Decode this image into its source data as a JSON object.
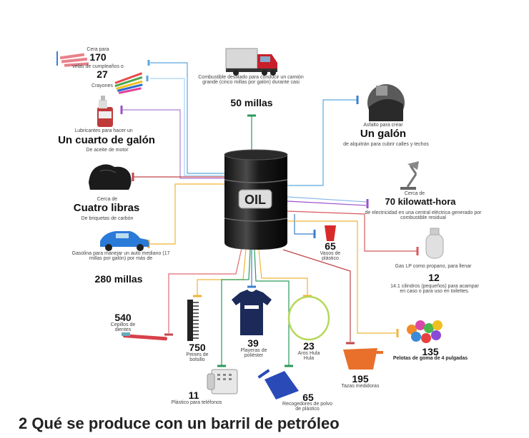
{
  "center": {
    "label": "OIL"
  },
  "items": {
    "candles": {
      "pre": "Cera para",
      "num": "170",
      "post": "velas de cumpleaños o"
    },
    "crayons": {
      "num": "27",
      "post": "Crayones"
    },
    "diesel": {
      "text": "Combustible destilado para conducir un camión grande (cinco millas por galón) durante casi",
      "value": "50 millas"
    },
    "lubricant": {
      "text": "Lubricantes para hacer un",
      "value": "Un cuarto de galón",
      "post": "De aceite de motor"
    },
    "charcoal": {
      "pre": "Cerca de",
      "value": "Cuatro libras",
      "post": "De briquetas de carbón"
    },
    "gasoline": {
      "text": "Gasolina para manejar un auto mediano (17 millas por galón) por más de",
      "value": "280 millas"
    },
    "asphalt": {
      "pre": "Asfalto para crear",
      "value": "Un galón",
      "post": "de alquitrán para cubrir calles y techos"
    },
    "electricity": {
      "pre": "Cerca de",
      "value": "70 kilowatt-hora",
      "post": "de electricidad en una central eléctrica generado por combustible residual"
    },
    "cups": {
      "num": "65",
      "text": "Vasos de plástico"
    },
    "propane": {
      "text": "Gas LP como propano, para llenar",
      "num": "12",
      "post": "14.1 cilindros (pequeños) para acampar en caso o para uso en toilettes."
    },
    "toothbrush": {
      "num": "540",
      "text": "Cepillos de dientes"
    },
    "combs": {
      "num": "750",
      "text": "Peines de bolsillo"
    },
    "shirts": {
      "num": "39",
      "text": "Playeras de poliéster"
    },
    "hoops": {
      "num": "23",
      "text": "Aros Hula Hula"
    },
    "balls": {
      "num": "135",
      "text": "Pelotas de goma de 4 pulgadas"
    },
    "bowls": {
      "num": "195",
      "text": "Tazas medidoras"
    },
    "phones": {
      "num": "11",
      "text": "Plástico para teléfonos"
    },
    "dustpans": {
      "num": "65",
      "text": "Recogedores de polvo de plástico"
    }
  },
  "caption": "2  Qué se produce con un barril de petróleo"
}
